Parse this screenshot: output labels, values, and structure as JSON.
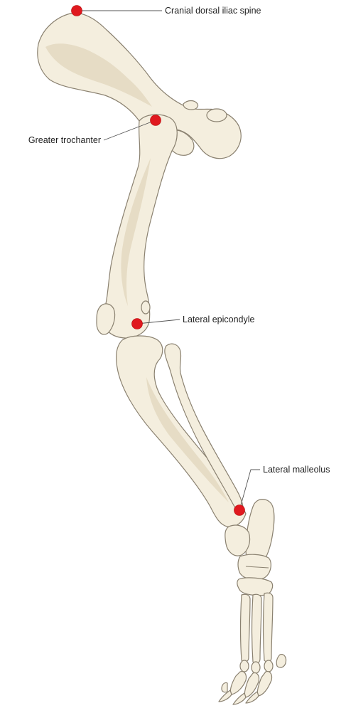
{
  "colors": {
    "marker": "#e0191f",
    "bone": "#f4eede",
    "outline": "#8a8170",
    "text": "#222222"
  },
  "labels": {
    "cranial_dorsal_iliac_spine": "Cranial dorsal iliac spine",
    "greater_trochanter": "Greater trochanter",
    "lateral_epicondyle": "Lateral epicondyle",
    "lateral_malleolus": "Lateral malleolus"
  }
}
